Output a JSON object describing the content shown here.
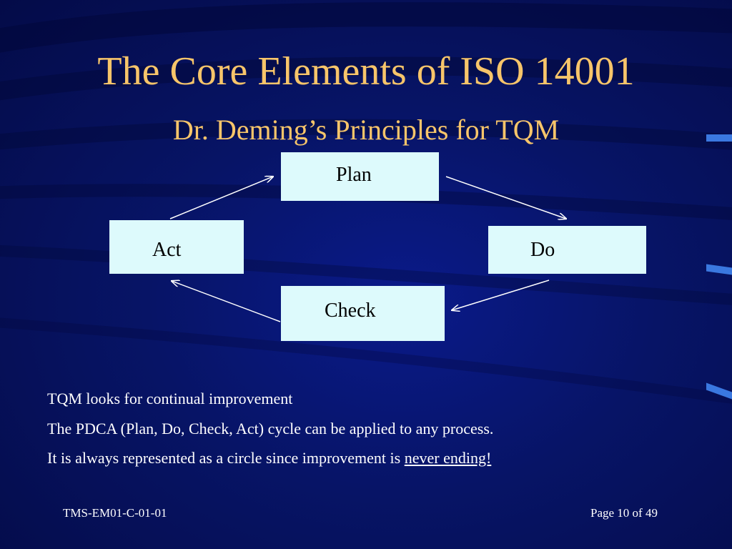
{
  "slide": {
    "title": "The Core Elements of ISO 14001",
    "subtitle": "Dr. Deming’s Principles for TQM"
  },
  "cycle": {
    "plan": "Plan",
    "do": "Do",
    "check": "Check",
    "act": "Act"
  },
  "body": {
    "line1": "TQM looks for continual improvement",
    "line2": "The PDCA (Plan, Do, Check, Act) cycle can be applied to any process.",
    "line3_prefix": "It is always represented as a circle since improvement is ",
    "line3_emphasis": "never ending!"
  },
  "footer": {
    "code": "TMS-EM01-C-01-01",
    "page": "Page 10 of 49"
  },
  "colors": {
    "background": "#071466",
    "title": "#f7c56a",
    "box_fill": "#ddfafc",
    "body_text": "#ffffff",
    "accent": "#3a78e0"
  }
}
